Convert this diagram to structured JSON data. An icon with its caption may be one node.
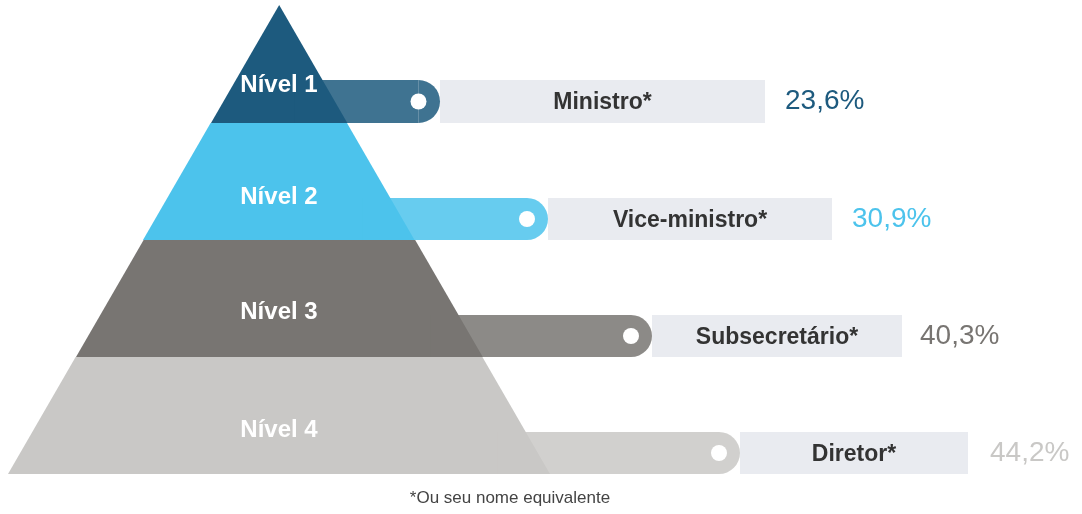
{
  "diagram": {
    "nodes": [
      {
        "text": [
          "Nível 1"
        ]
      },
      {
        "text": [
          "Ministro*"
        ],
        "beside": [
          "23,6%"
        ]
      },
      {
        "text": [
          "Nível 2"
        ]
      },
      {
        "text": [
          "Vice-ministro*"
        ],
        "beside": [
          "30,9%"
        ]
      },
      {
        "text": [
          "Nível 3"
        ]
      },
      {
        "text": [
          "Subsecretário*"
        ],
        "beside": [
          "40,3%"
        ]
      },
      {
        "text": [
          "Nível 4"
        ]
      },
      {
        "text": [
          "Diretor*"
        ],
        "beside": [
          "44,2%"
        ]
      }
    ],
    "edges": [
      {
        "from": 0,
        "to": 1,
        "arrow": "other",
        "color": "#1d5a7e"
      },
      {
        "from": 2,
        "to": 3,
        "arrow": "other",
        "color": "#4cc3ec"
      },
      {
        "from": 4,
        "to": 5,
        "arrow": "other",
        "color": "#787572"
      },
      {
        "from": 6,
        "to": 7,
        "arrow": "other",
        "color": "#c9c8c6"
      }
    ],
    "labels": [
      "*Ou seu nome equivalente"
    ]
  }
}
